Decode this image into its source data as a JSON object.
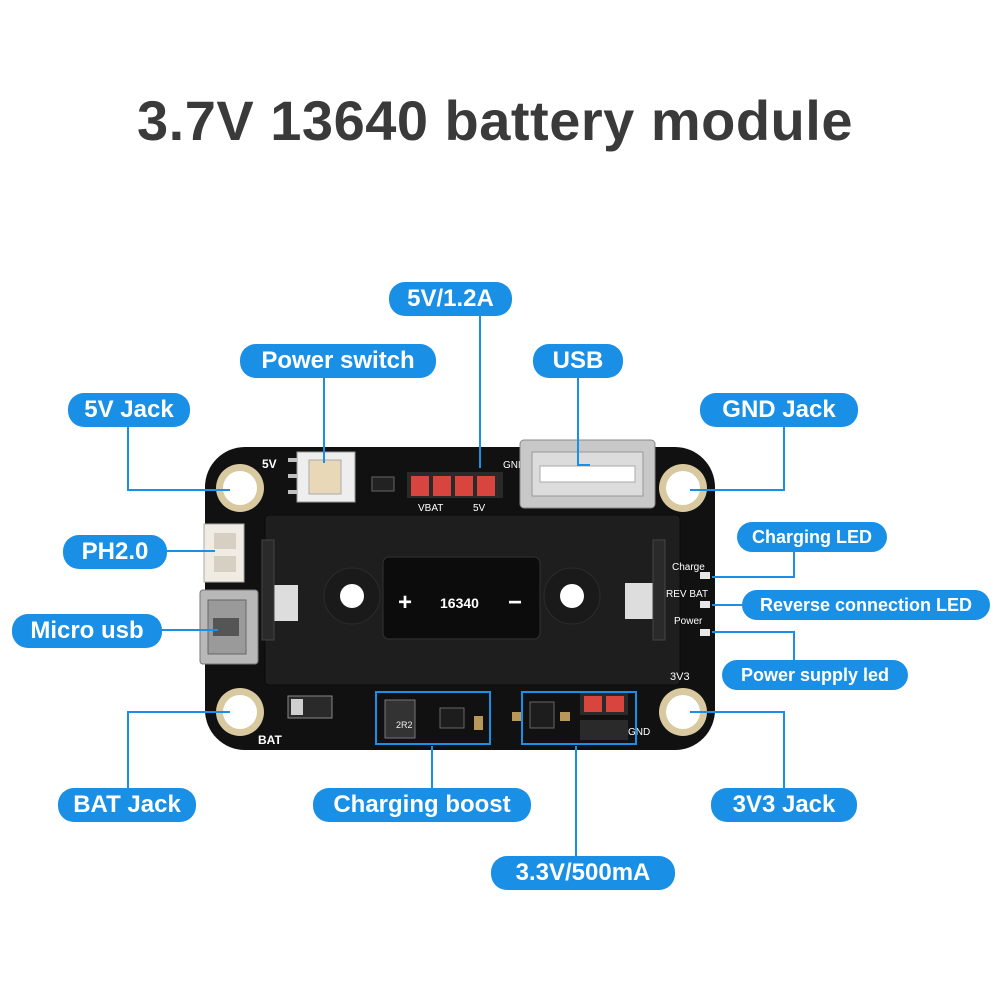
{
  "title": "3.7V 13640 battery module",
  "colors": {
    "label_bg": "#1a8fe6",
    "label_text": "#ffffff",
    "leader": "#1a8fe6",
    "board": "#111111",
    "title": "#3a3a3a"
  },
  "board": {
    "battery_label": "16340",
    "plus": "+",
    "minus": "−",
    "silk_5v": "5V",
    "silk_vbat": "VBAT",
    "silk_5v_header": "5V",
    "silk_bat": "BAT",
    "silk_charge": "Charge",
    "silk_rev_bat": "REV BAT",
    "silk_power": "Power",
    "silk_3v3": "3V3",
    "silk_gnd": "GND",
    "silk_gnd_top": "GND",
    "inductor": "2R2"
  },
  "labels": {
    "v5_1_2a": "5V/1.2A",
    "power_switch": "Power switch",
    "usb": "USB",
    "jack_5v": "5V Jack",
    "gnd_jack": "GND Jack",
    "charging_led": "Charging LED",
    "ph20": "PH2.0",
    "reverse_led": "Reverse connection LED",
    "micro_usb": "Micro usb",
    "power_led": "Power supply led",
    "bat_jack": "BAT Jack",
    "charging_boost": "Charging boost",
    "jack_3v3": "3V3 Jack",
    "v3_3_500ma": "3.3V/500mA"
  }
}
